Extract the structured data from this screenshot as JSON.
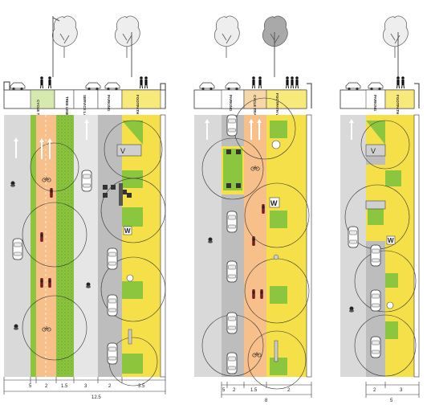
{
  "colors": {
    "road": "#d9d9d9",
    "cycle_track": "#f7c08a",
    "tree_strip": "#8cc63f",
    "footpath": "#f5e04a",
    "parking": "#bdbdbd",
    "service_lane": "#e6e6e6",
    "outline": "#333333"
  },
  "panels": [
    {
      "id": "left",
      "section_labels": [
        "CYCLE TRACK",
        "TREE LINE",
        "SERVICE LANE",
        "PARKING",
        "FOOTPATH"
      ],
      "dimensions": [
        "5",
        "2",
        "1.5",
        "3",
        "2",
        "3.5"
      ],
      "total": "12.5",
      "signs": [
        "V",
        "W"
      ]
    },
    {
      "id": "middle",
      "section_labels": [
        "PARKING",
        "CYCLE TRACK",
        "FOOTPATH WITH TREE PITS"
      ],
      "dimensions": [
        "5",
        "2",
        "1.5",
        "2"
      ],
      "total": "8",
      "signs": [
        "W"
      ]
    },
    {
      "id": "right",
      "section_labels": [
        "PARKING",
        "FOOTPATH"
      ],
      "dimensions": [
        "2",
        "3"
      ],
      "total": "5",
      "signs": [
        "V",
        "W"
      ]
    }
  ]
}
